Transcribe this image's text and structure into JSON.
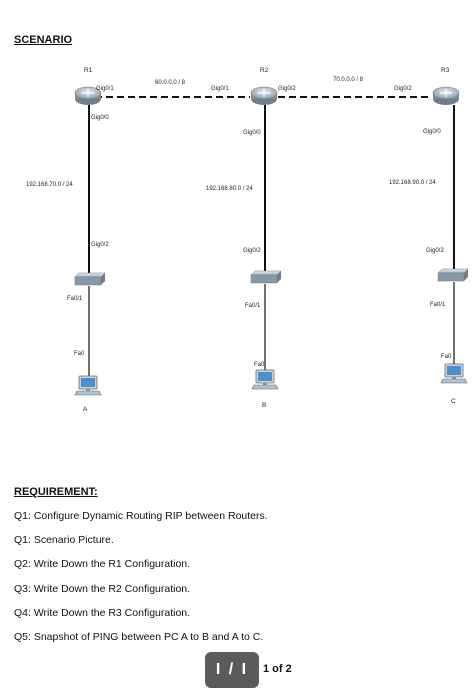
{
  "scenario": {
    "heading": "SCENARIO"
  },
  "topology": {
    "routers": [
      {
        "name": "R1",
        "left_port": "Gig0/1",
        "down_port": "Gig0/0"
      },
      {
        "name": "R2",
        "left_port": "Gig0/1",
        "right_port": "Gig0/2",
        "down_port": "Gig0/0"
      },
      {
        "name": "R3",
        "left_port": "Gig0/2",
        "down_port": "Gig0/0"
      }
    ],
    "wan_links": [
      {
        "network": "60.0.0.0 / 8"
      },
      {
        "network": "70.0.0.0 / 8"
      }
    ],
    "lans": [
      {
        "network": "192.168.70.0 / 24",
        "switch_up_port": "Gig0/2",
        "switch_down_port": "Fa0/1",
        "pc_port": "Fa0",
        "pc_name": "A"
      },
      {
        "network": "192.168.80.0 / 24",
        "switch_up_port": "Gig0/2",
        "switch_down_port": "Fa0/1",
        "pc_port": "Fa0",
        "pc_name": "B"
      },
      {
        "network": "192.168.90.0 / 24",
        "switch_up_port": "Gig0/2",
        "switch_down_port": "Fa0/1",
        "pc_port": "Fa0",
        "pc_name": "C"
      }
    ]
  },
  "requirement": {
    "heading": "REQUIREMENT:",
    "items": [
      "Q1: Configure Dynamic Routing RIP between Routers.",
      "Q1: Scenario Picture.",
      "Q2: Write Down the R1 Configuration.",
      "Q3: Write Down the R2 Configuration.",
      "Q4: Write Down the R3 Configuration.",
      "Q5: Snapshot of PING between PC A to B and A to C."
    ]
  },
  "pager": {
    "button_text": "I / I",
    "page_text": "1 of 2"
  }
}
